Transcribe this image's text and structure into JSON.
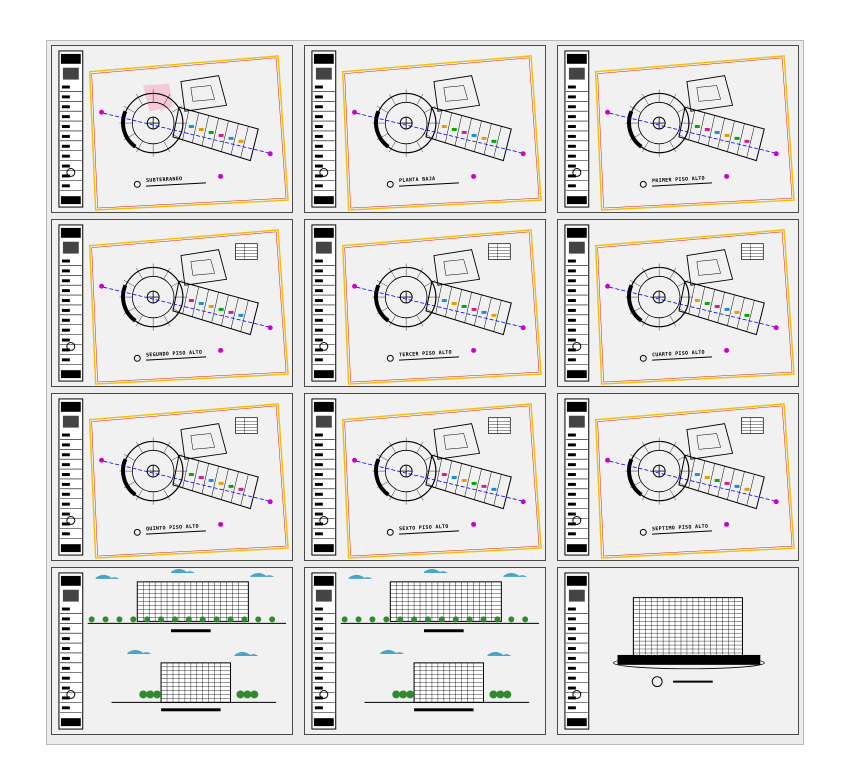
{
  "sheets": [
    {
      "kind": "plan",
      "title": "SUBTERRANEO",
      "tinted": true
    },
    {
      "kind": "plan",
      "title": "PLANTA BAJA"
    },
    {
      "kind": "plan",
      "title": "PRIMER PISO ALTO"
    },
    {
      "kind": "plan",
      "title": "SEGUNDO PISO ALTO",
      "table": true
    },
    {
      "kind": "plan",
      "title": "TERCER PISO ALTO",
      "table": true
    },
    {
      "kind": "plan",
      "title": "CUARTO PISO ALTO",
      "table": true
    },
    {
      "kind": "plan",
      "title": "QUINTO PISO ALTO",
      "table": true
    },
    {
      "kind": "plan",
      "title": "SEXTO PISO ALTO",
      "table": true
    },
    {
      "kind": "plan",
      "title": "SEPTIMO PISO ALTO",
      "table": true
    },
    {
      "kind": "elevations"
    },
    {
      "kind": "elevations"
    },
    {
      "kind": "section"
    }
  ],
  "colors": {
    "sheet_border": "#f0c000",
    "sheet_border_inner": "#e01010",
    "axis_line": "#0000ff",
    "grid_marker": "#cc00cc",
    "cloud": "#4aa3c8",
    "tree": "#2e8b2e",
    "ink": "#000000"
  }
}
